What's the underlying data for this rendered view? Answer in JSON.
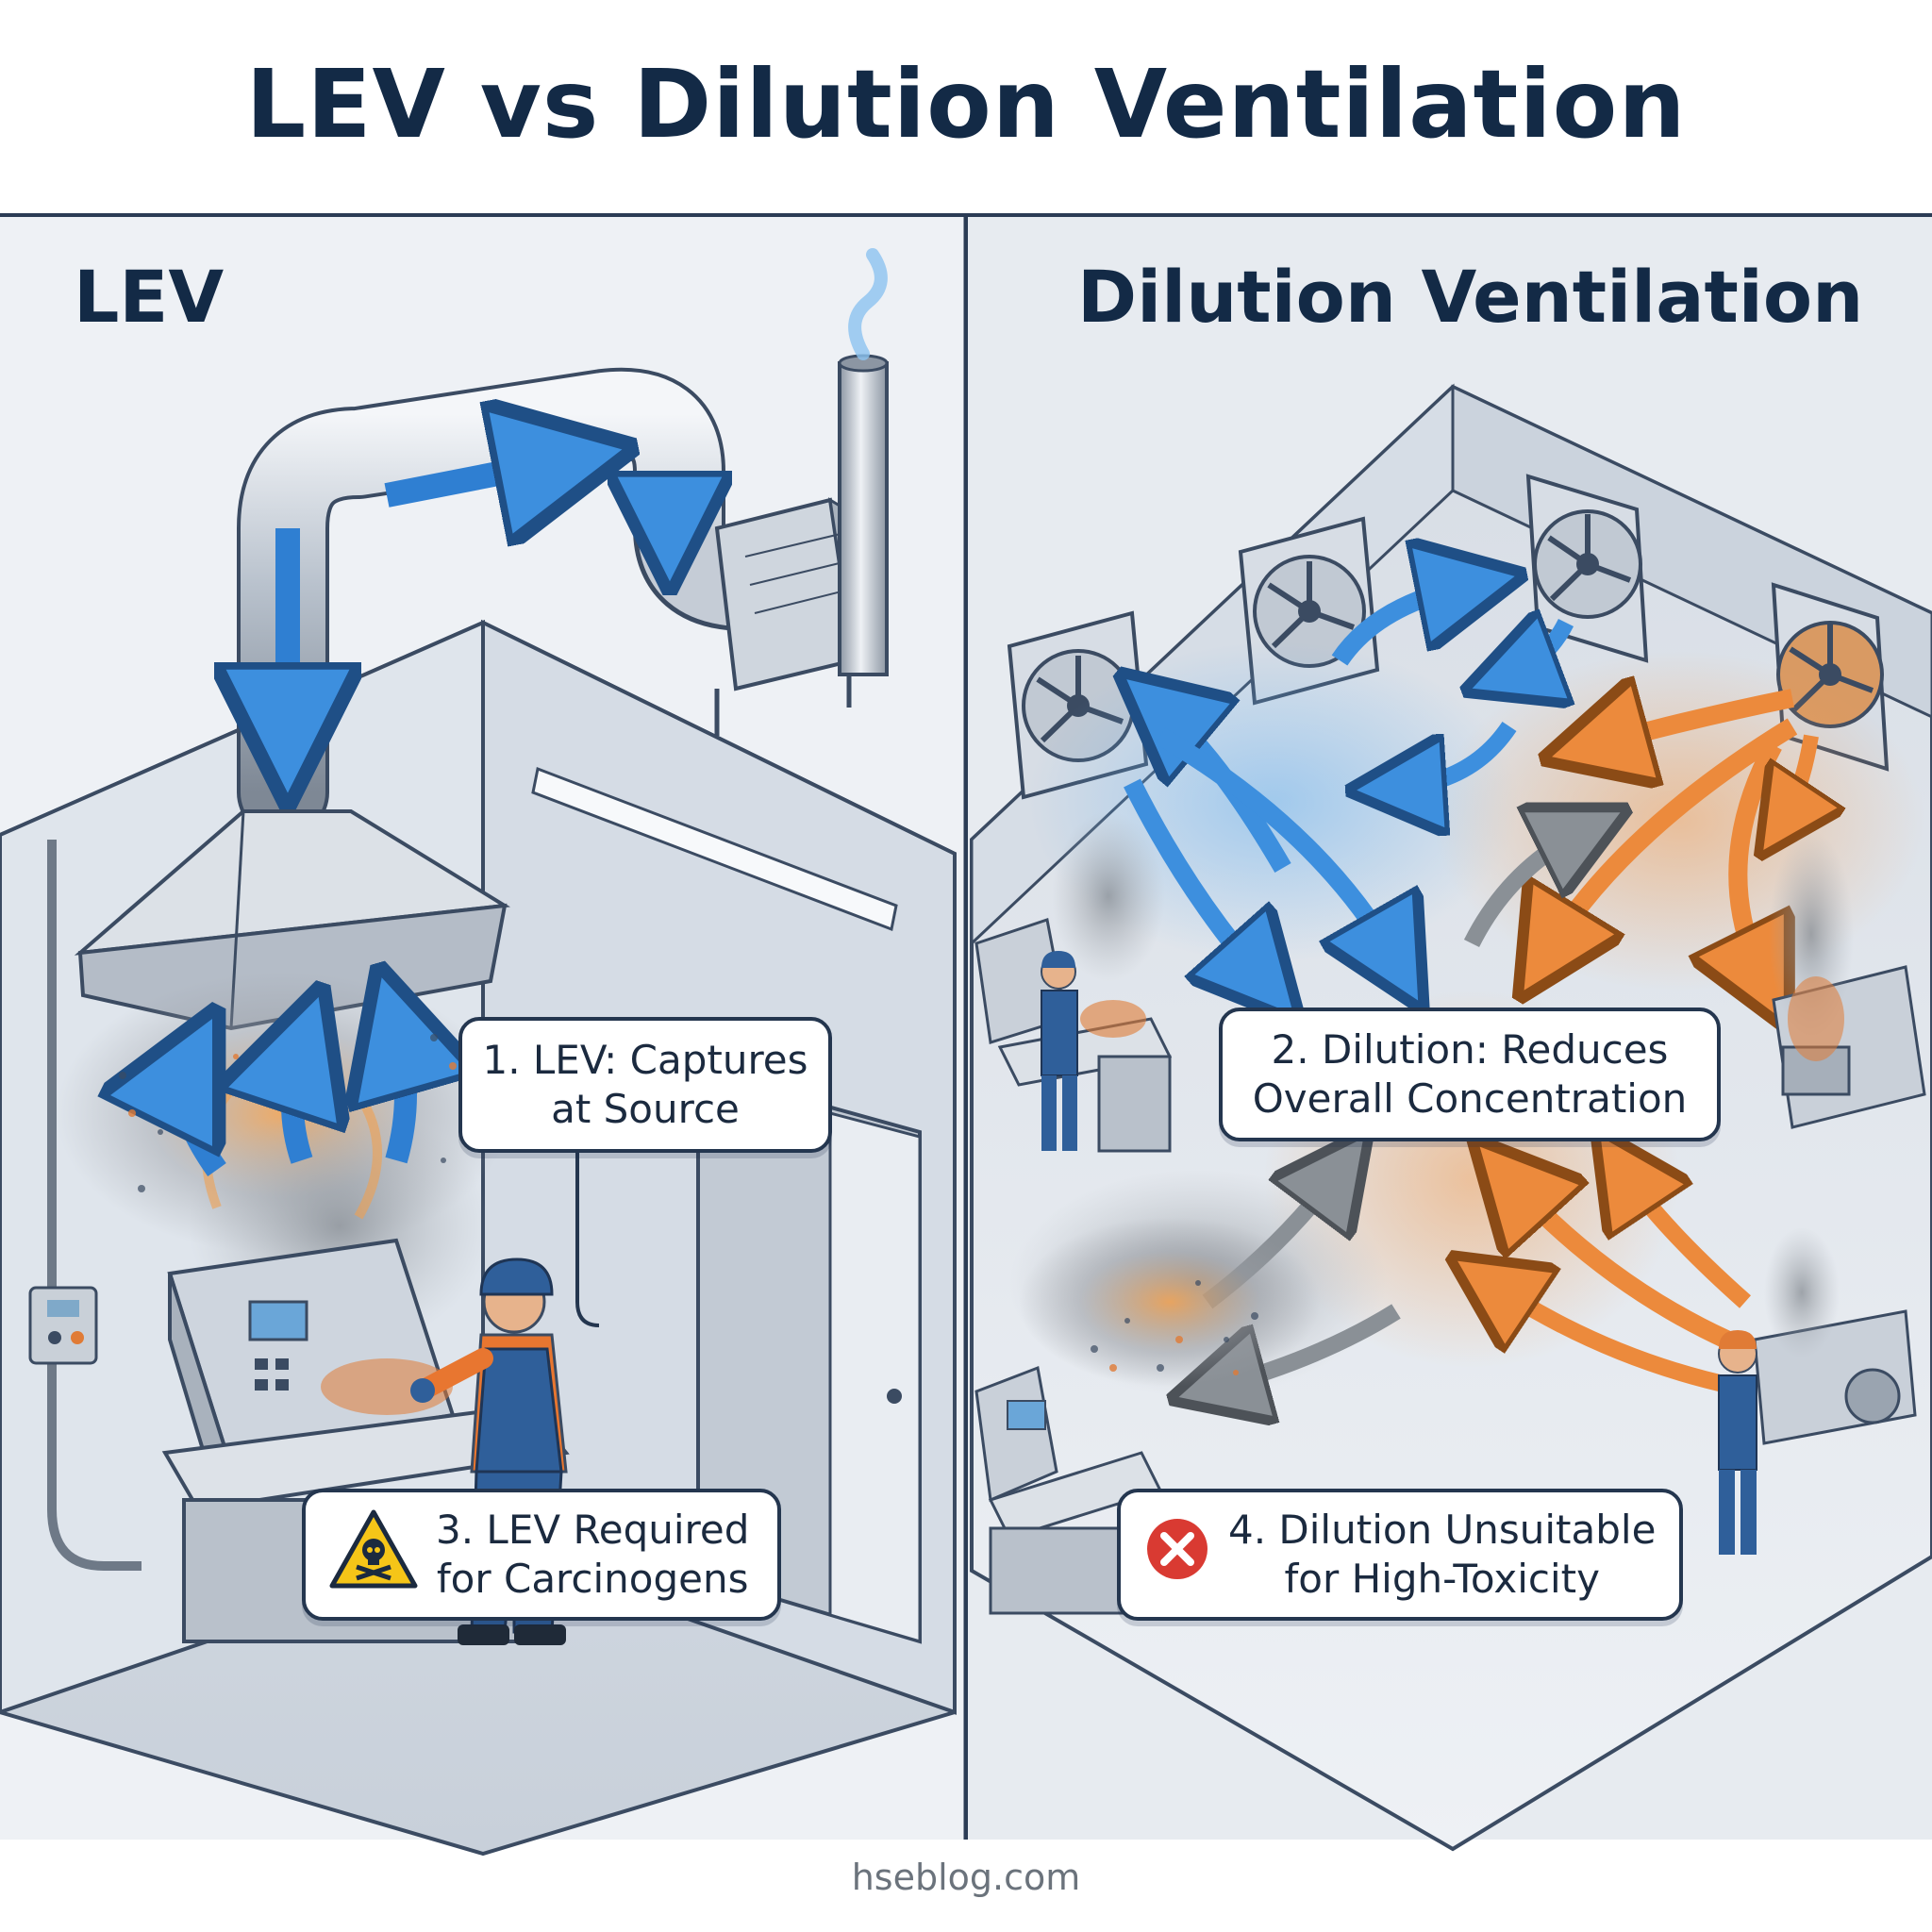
{
  "title": "LEV vs Dilution Ventilation",
  "left_panel": {
    "label": "LEV"
  },
  "right_panel": {
    "label": "Dilution Ventilation"
  },
  "callouts": {
    "c1": "1. LEV: Captures\nat Source",
    "c2": "2. Dilution: Reduces\nOverall Concentration",
    "c3": "3. LEV Required\nfor Carcinogens",
    "c4": "4. Dilution Unsuitable\nfor High-Toxicity"
  },
  "icons": {
    "c3": "warning-skull-icon",
    "c4": "error-x-icon"
  },
  "colors": {
    "clean_air": "#3d8fde",
    "contaminated_air": "#ec8a3c",
    "mixed_air": "#8a9096",
    "text": "#132a46"
  },
  "footer": "hseblog.com"
}
